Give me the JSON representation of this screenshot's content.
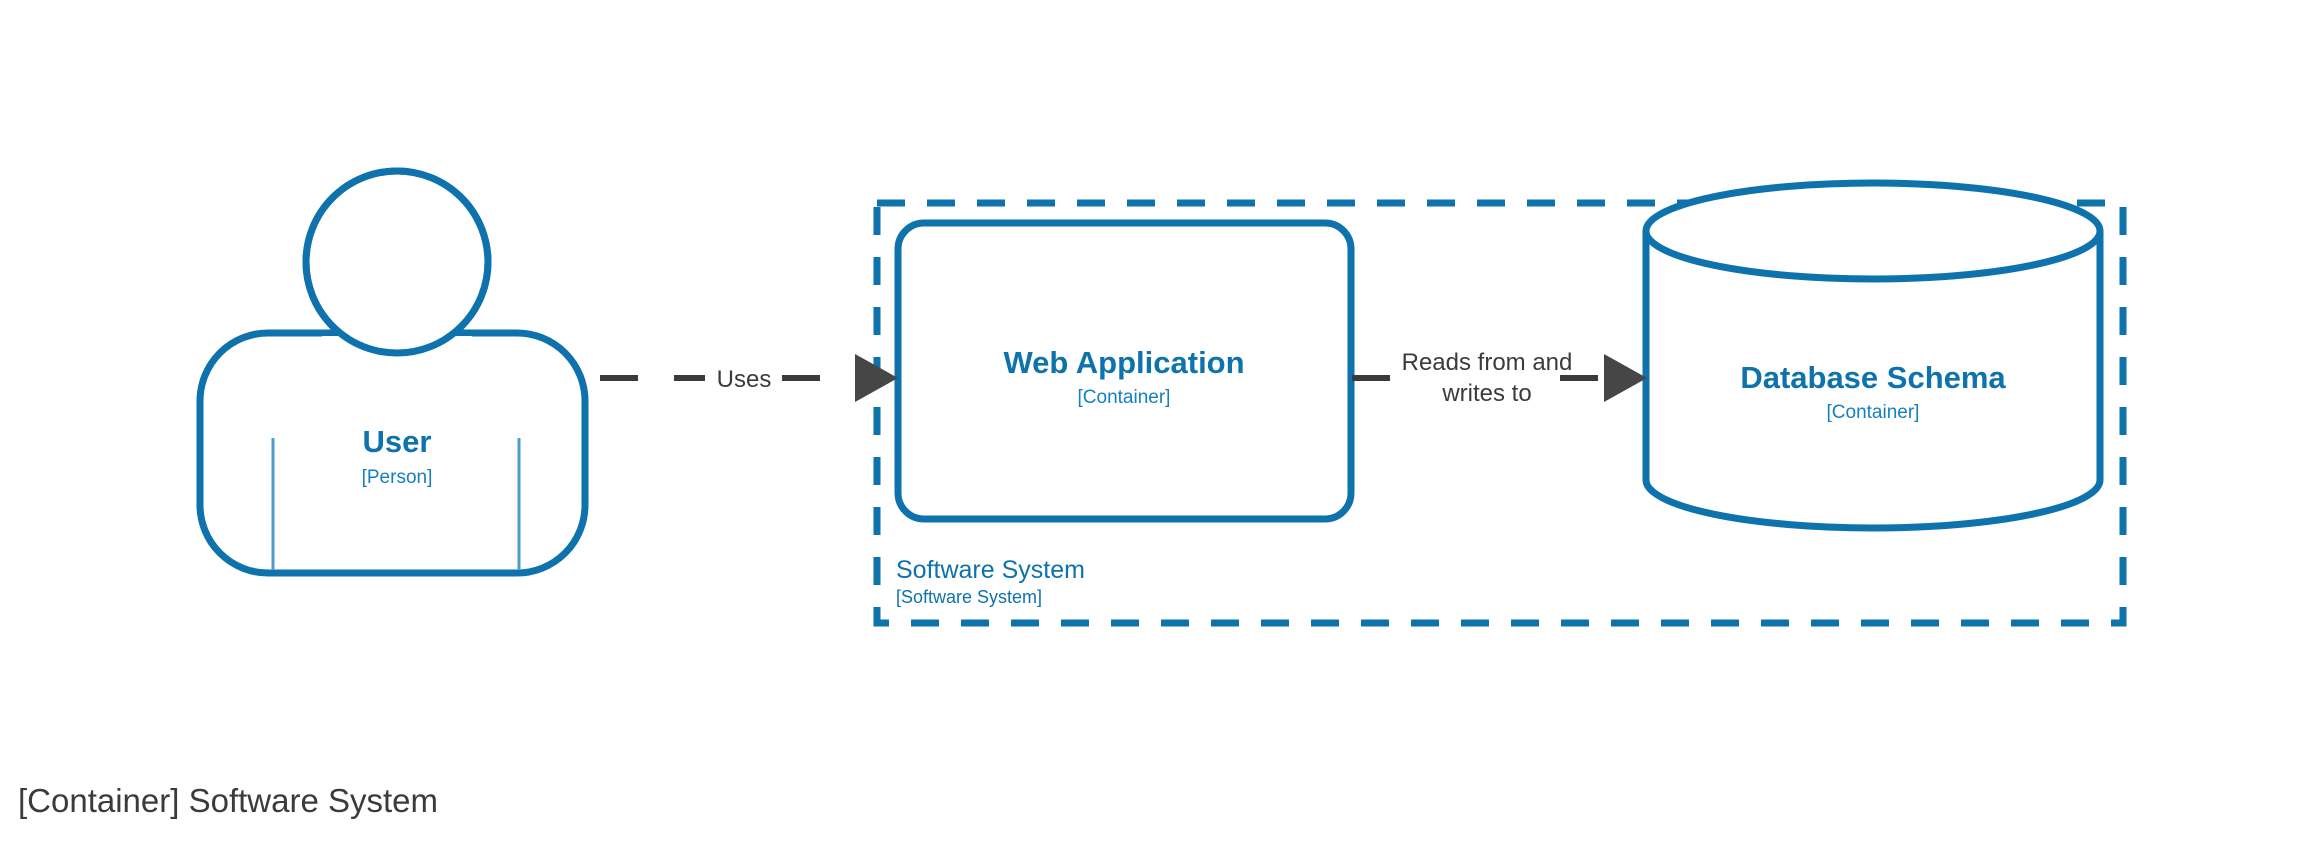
{
  "diagram": {
    "type": "c4-container-diagram",
    "caption": "[Container] Software System",
    "colors": {
      "element_blue": "#0E72AC",
      "subtitle_blue": "#1580BF",
      "arm_blue": "#4A9FCB",
      "edge_gray": "#3B3B3B",
      "arrowhead_gray": "#464646",
      "background": "#ffffff"
    },
    "boundary": {
      "name": "software-system-boundary",
      "title": "Software System",
      "subtitle": "[Software System]",
      "style": "dashed"
    },
    "nodes": [
      {
        "id": "user",
        "shape": "person",
        "title": "User",
        "subtitle": "[Person]"
      },
      {
        "id": "web-application",
        "shape": "rounded-box",
        "title": "Web Application",
        "subtitle": "[Container]"
      },
      {
        "id": "database-schema",
        "shape": "cylinder",
        "title": "Database Schema",
        "subtitle": "[Container]"
      }
    ],
    "edges": [
      {
        "id": "user-uses-web-application",
        "from": "user",
        "to": "web-application",
        "label_lines": [
          "Uses"
        ],
        "style": "dashed",
        "arrow": "filled-triangle"
      },
      {
        "id": "web-application-reads-writes-database",
        "from": "web-application",
        "to": "database-schema",
        "label_lines": [
          "Reads from and",
          "writes to"
        ],
        "style": "dashed",
        "arrow": "filled-triangle"
      }
    ]
  }
}
